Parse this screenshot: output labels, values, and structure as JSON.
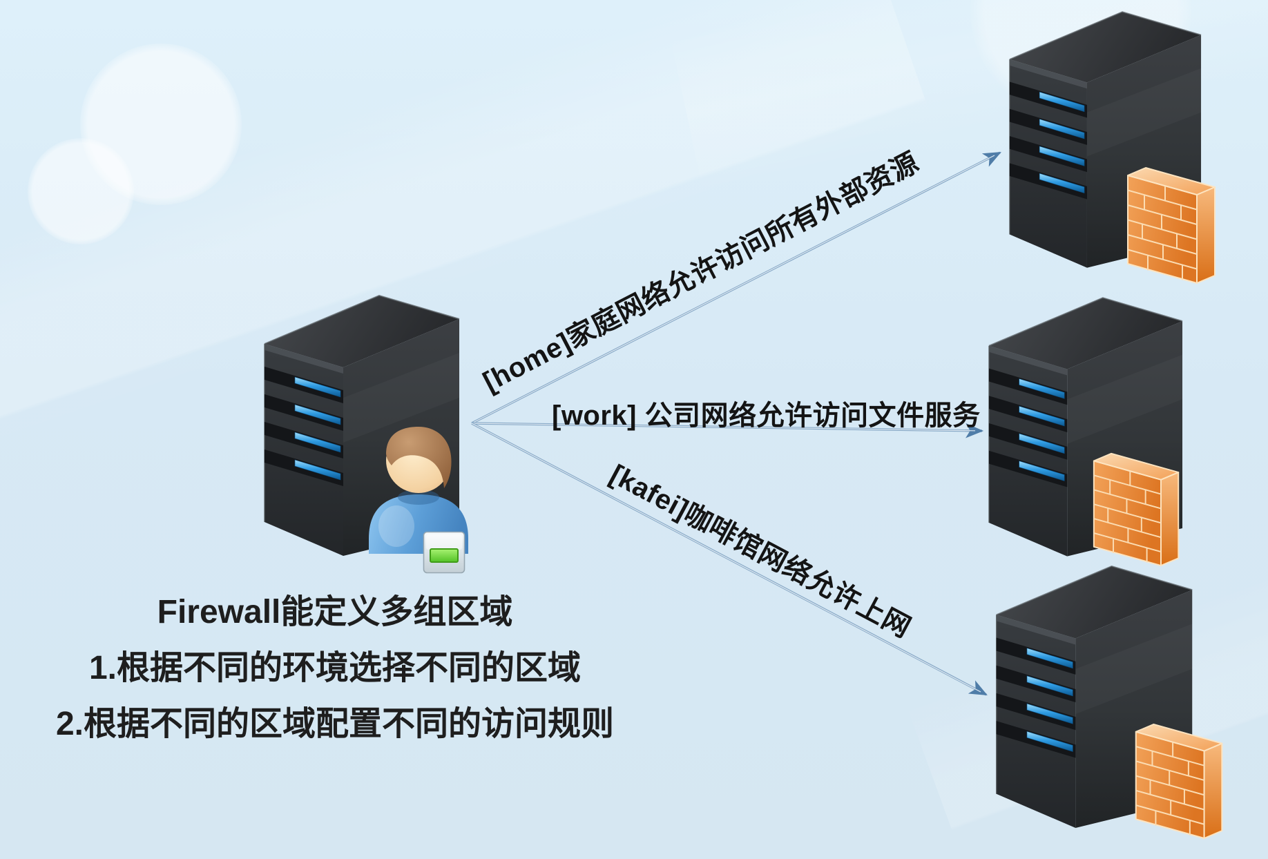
{
  "arrows": [
    {
      "id": "home",
      "label": "[home]家庭网络允许访问所有外部资源"
    },
    {
      "id": "work",
      "label": "[work] 公司网络允许访问文件服务"
    },
    {
      "id": "kafei",
      "label": "[kafei]咖啡馆网络允许上网"
    }
  ],
  "caption": {
    "title": "Firewall能定义多组区域",
    "items": [
      "1.根据不同的环境选择不同的区域",
      "2.根据不同的区域配置不同的访问规则"
    ]
  },
  "icons": [
    {
      "name": "server-tower-icon",
      "count": 4
    },
    {
      "name": "firewall-brick-icon",
      "count": 3
    },
    {
      "name": "user-icon",
      "count": 1
    },
    {
      "name": "id-badge-icon",
      "count": 1
    }
  ],
  "colors": {
    "background": "#d9eaf5",
    "arrow_line": "#7ba0c0",
    "arrow_head": "#4f7da8",
    "label_text": "#141414",
    "caption_text": "#1e1e1e",
    "server_body": "#2f3336",
    "server_led": "#2e9fe6",
    "firewall_brick": "#e8873b",
    "user_shirt": "#5b9bd5",
    "badge_green": "#5ecc31"
  }
}
